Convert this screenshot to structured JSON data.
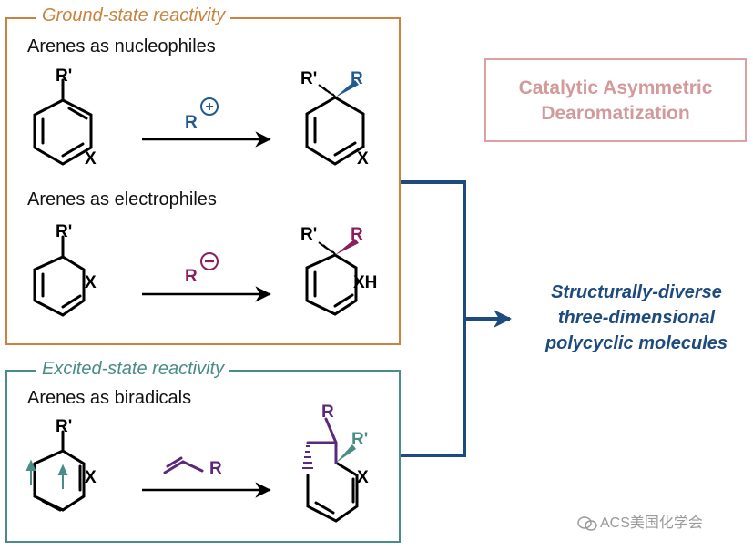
{
  "ground_state": {
    "title": "Ground-state reactivity",
    "nucleophiles": {
      "label": "Arenes as nucleophiles",
      "reactant_substituent": "R'",
      "reactant_heteroatom": "X",
      "reagent": "R",
      "reagent_charge": "+",
      "product_substituent_1": "R'",
      "product_substituent_2": "R",
      "product_heteroatom": "X"
    },
    "electrophiles": {
      "label": "Arenes as electrophiles",
      "reactant_substituent": "R'",
      "reactant_heteroatom": "X",
      "reagent": "R",
      "reagent_charge": "−",
      "product_substituent_1": "R'",
      "product_substituent_2": "R",
      "product_heteroatom": "XH"
    }
  },
  "excited_state": {
    "title": "Excited-state reactivity",
    "biradicals": {
      "label": "Arenes as biradicals",
      "reactant_substituent": "R'",
      "reactant_heteroatom": "X",
      "reagent": "R",
      "product_substituent_1": "R",
      "product_substituent_2": "R'",
      "product_heteroatom": "X"
    }
  },
  "catalytic_label": [
    "Catalytic Asymmetric",
    "Dearomatization"
  ],
  "outcome": [
    "Structurally-diverse",
    "three-dimensional",
    "polycyclic molecules"
  ],
  "watermark": "ACS美国化学会",
  "colors": {
    "ground": "#c9833f",
    "excited": "#4a8d86",
    "nucleophile_R": "#1f5a92",
    "electrophile_R": "#8a1f5c",
    "biradical_R": "#5a2a7a",
    "outcome": "#1e4b7d",
    "catalytic": "#d39a9a"
  }
}
